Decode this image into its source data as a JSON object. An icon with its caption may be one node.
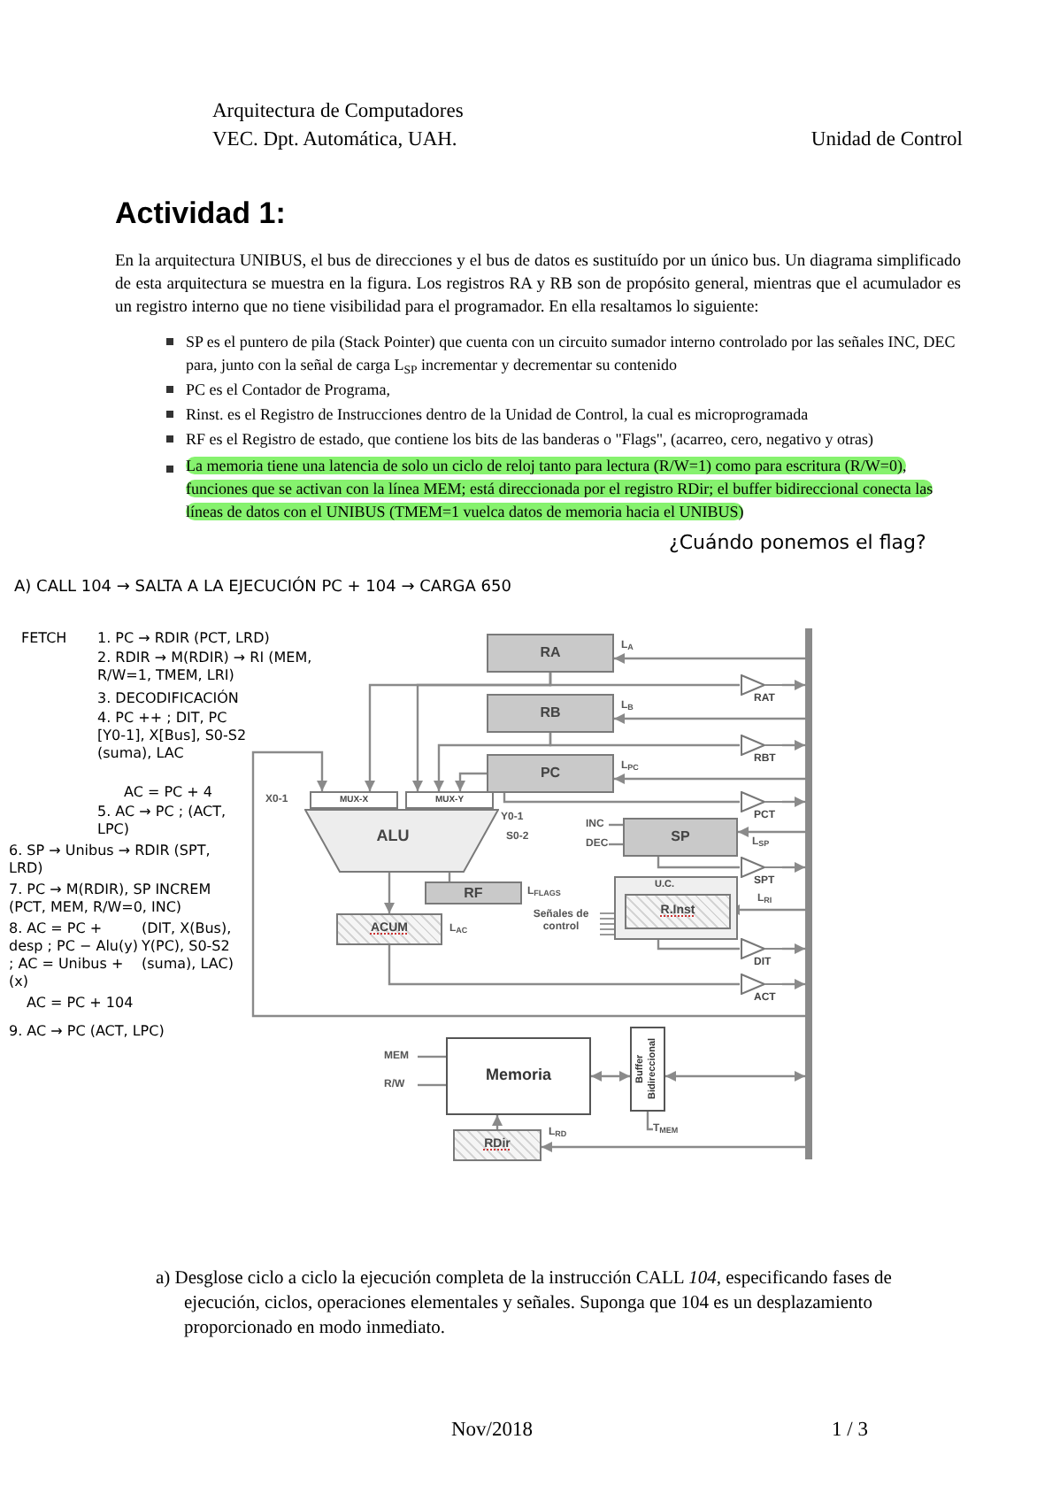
{
  "diagram": {
    "title": "Actividad 1:",
    "nodes": [
      {
        "text": [
          "RA"
        ]
      },
      {
        "text": [
          "RB"
        ]
      },
      {
        "text": [
          "PC"
        ]
      },
      {
        "text": [
          "SP"
        ]
      },
      {
        "text": [
          "U.C."
        ]
      },
      {
        "text": [
          "R.Inst"
        ],
        "in": 4
      },
      {
        "text": [
          "MUX-X"
        ]
      },
      {
        "text": [
          "MUX-Y"
        ]
      },
      {
        "text": [
          "ALU"
        ]
      },
      {
        "text": [
          "RF"
        ]
      },
      {
        "text": [
          "ACUM"
        ]
      },
      {
        "text": [
          "RAT"
        ]
      },
      {
        "text": [
          "RBT"
        ]
      },
      {
        "text": [
          "PCT"
        ]
      },
      {
        "text": [
          "SPT"
        ]
      },
      {
        "text": [
          "DIT"
        ]
      },
      {
        "text": [
          "ACT"
        ]
      },
      {
        "text": [],
        "shape": "bar"
      },
      {
        "text": [
          "Memoria"
        ]
      },
      {
        "text": [
          "Buffer Bidireccional"
        ]
      },
      {
        "text": [
          "RDir"
        ]
      },
      {
        "text": [
          "INC"
        ]
      },
      {
        "text": [
          "DEC"
        ]
      },
      {
        "text": [
          "MEM"
        ]
      },
      {
        "text": [
          "R/W"
        ]
      },
      {
        "text": [
          "T$_{MEM}$"
        ]
      }
    ],
    "edges": [
      {
        "from": 17,
        "to": 0,
        "arrow": "to"
      },
      {
        "from": 0,
        "to": 6,
        "arrow": "to"
      },
      {
        "from": 0,
        "to": 7,
        "arrow": "to"
      },
      {
        "from": 0,
        "to": 11,
        "arrow": "none"
      },
      {
        "from": 11,
        "to": 17,
        "arrow": "to"
      },
      {
        "from": 17,
        "to": 1,
        "arrow": "to"
      },
      {
        "from": 1,
        "to": 7,
        "arrow": "to"
      },
      {
        "from": 1,
        "to": 12,
        "arrow": "none"
      },
      {
        "from": 12,
        "to": 17,
        "arrow": "to"
      },
      {
        "from": 17,
        "to": 2,
        "arrow": "to"
      },
      {
        "from": 2,
        "to": 7,
        "arrow": "to"
      },
      {
        "from": 2,
        "to": 13,
        "arrow": "none"
      },
      {
        "from": 13,
        "to": 17,
        "arrow": "to"
      },
      {
        "from": 17,
        "to": 3,
        "arrow": "to"
      },
      {
        "from": 3,
        "to": 14,
        "arrow": "none"
      },
      {
        "from": 14,
        "to": 17,
        "arrow": "to"
      },
      {
        "from": 17,
        "to": 5,
        "arrow": "to"
      },
      {
        "from": 4,
        "to": 15,
        "arrow": "none"
      },
      {
        "from": 15,
        "to": 17,
        "arrow": "to"
      },
      {
        "from": 10,
        "to": 16,
        "arrow": "none"
      },
      {
        "from": 16,
        "to": 17,
        "arrow": "to"
      },
      {
        "from": 17,
        "to": 6,
        "arrow": "to"
      },
      {
        "from": 8,
        "to": 10,
        "arrow": "to"
      },
      {
        "from": 8,
        "to": 9,
        "arrow": "none"
      },
      {
        "from": 18,
        "to": 19,
        "arrow": "both"
      },
      {
        "from": 19,
        "to": 17,
        "arrow": "both"
      },
      {
        "from": 17,
        "to": 20,
        "arrow": "to"
      },
      {
        "from": 20,
        "to": 18,
        "arrow": "to"
      },
      {
        "from": 21,
        "to": 3,
        "arrow": "none"
      },
      {
        "from": 22,
        "to": 3,
        "arrow": "none"
      },
      {
        "from": 23,
        "to": 18,
        "arrow": "none"
      },
      {
        "from": 24,
        "to": 18,
        "arrow": "none"
      },
      {
        "from": 25,
        "to": 19,
        "arrow": "none"
      }
    ],
    "labels": [
      "Arquitectura de Computadores",
      "VEC.  Dpt. Automática, UAH.",
      "Unidad de Control",
      "En la arquitectura UNIBUS, el bus de direcciones y el bus de datos es sustituído por un único bus. Un diagrama simplificado de esta arquitectura se muestra en la figura. Los registros RA y RB son de propósito general, mientras que el acumulador es un registro interno que no tiene visibilidad para el programador. En ella resaltamos lo siguiente:",
      "SP es el puntero de pila (Stack Pointer) que cuenta con un circuito sumador interno controlado por las señales INC, DEC para, junto con la señal de carga L$_{SP}$ incrementar y decrementar su contenido",
      "PC es el Contador de Programa,",
      "Rinst. es el Registro de Instrucciones dentro de la Unidad de Control, la cual es microprogramada",
      "RF es el Registro de estado, que contiene los bits de las banderas o \"Flags\", (acarreo, cero, negativo y otras)",
      "La memoria tiene una latencia de solo un ciclo de reloj tanto para lectura (R/W=1) como para escritura (R/W=0), funciones que se activan con la línea MEM; está direccionada por el registro RDir; el buffer bidireccional conecta las líneas de datos con el UNIBUS (TMEM=1 vuelca datos de memoria hacia el UNIBUS)",
      "¿Cuándo ponemos el flag?",
      "A) CALL 104 → SALTA A LA EJECUCIÓN PC + 104 → CARGA 650",
      "FETCH",
      "1. PC → RDIR (PCT, LRD)",
      "2. RDIR → M(RDIR) → RI (MEM, R/W=1, TMEM, LRI)",
      "3. DECODIFICACIÓN",
      "4. PC ++ ; DIT, PC [Y0-1], X[Bus], S0-S2 (suma), LAC",
      "AC = PC + 4",
      "5. AC → PC ; (ACT, LPC)",
      "6. SP → Unibus → RDIR (SPT, LRD)",
      "7. PC → M(RDIR), SP INCREM (PCT, MEM, R/W=0, INC)",
      "8. AC = PC + desp ; PC − Alu(y) ; AC = Unibus + (x)",
      "(DIT, X(Bus), Y(PC), S0-S2 (suma), LAC)",
      "AC = PC + 104",
      "9. AC → PC (ACT, LPC)",
      "L$_{A}$",
      "L$_{B}$",
      "L$_{PC}$",
      "L$_{SP}$",
      "X0-1",
      "Y0-1",
      "S0-2",
      "L$_{FLAGS}$",
      "L$_{AC}$",
      "L$_{RI}$",
      "Señales de control",
      "L$_{RD}$",
      "a) Desglose ciclo a ciclo la ejecución completa de la instrucción CALL *104*, especificando fases de ejecución, ciclos, operaciones elementales y señales. Suponga que 104 es un desplazamiento proporcionado en modo inmediato.",
      "Nov/2018",
      "1 / 3"
    ]
  }
}
